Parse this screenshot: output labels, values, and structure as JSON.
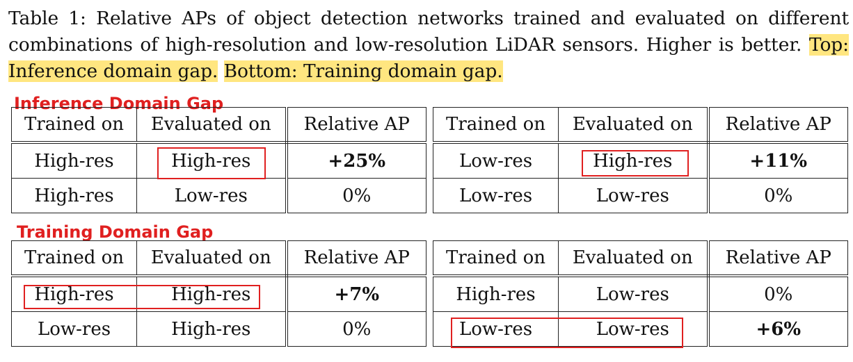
{
  "caption": {
    "text": "Table 1: Relative APs of object detection networks trained and evaluated on different combinations of high-resolution and low-resolution LiDAR sensors. Higher is better. ",
    "top_highlight": "Top: Inference domain gap.",
    "bottom_highlight": "Bottom: Training domain gap."
  },
  "sections": {
    "inference_label": "Inference Domain Gap",
    "training_label": "Training Domain Gap"
  },
  "colors": {
    "highlight": "#ffe680",
    "annotation_red": "#e02020"
  },
  "headers": [
    "Trained on",
    "Evaluated on",
    "Relative AP"
  ],
  "tables": {
    "inference_left": {
      "rows": [
        [
          "High-res",
          "High-res",
          "+25%"
        ],
        [
          "High-res",
          "Low-res",
          "0%"
        ]
      ]
    },
    "inference_right": {
      "rows": [
        [
          "Low-res",
          "High-res",
          "+11%"
        ],
        [
          "Low-res",
          "Low-res",
          "0%"
        ]
      ]
    },
    "training_left": {
      "rows": [
        [
          "High-res",
          "High-res",
          "+7%"
        ],
        [
          "Low-res",
          "High-res",
          "0%"
        ]
      ]
    },
    "training_right": {
      "rows": [
        [
          "High-res",
          "Low-res",
          "0%"
        ],
        [
          "Low-res",
          "Low-res",
          "+6%"
        ]
      ]
    }
  }
}
